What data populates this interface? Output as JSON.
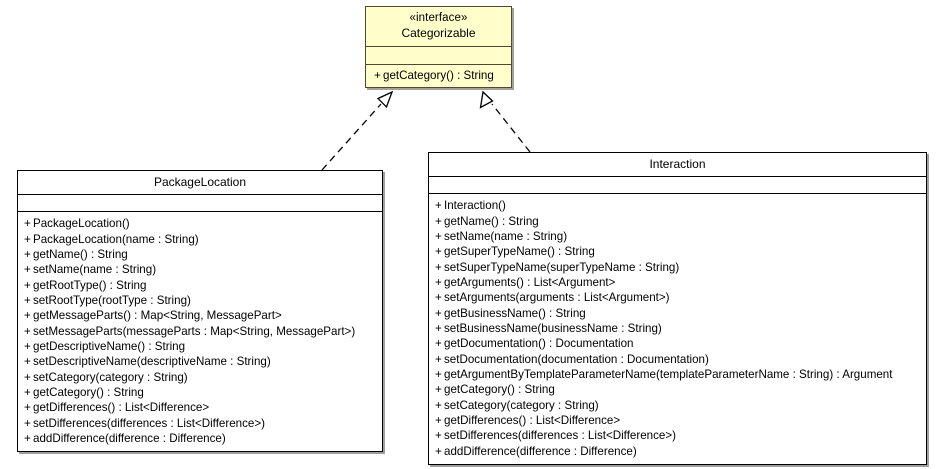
{
  "diagram": {
    "type": "uml-class-diagram",
    "background_color": "#ffffff",
    "line_color": "#000000",
    "interface_fill_color": "#ffffcc",
    "interface_border_color": "#4d4a33",
    "class_fill_color": "#ffffff"
  },
  "interface": {
    "stereotype": "«interface»",
    "name": "Categorizable",
    "attributes": [],
    "operations": [
      {
        "visibility": "+",
        "signature": "getCategory() : String"
      }
    ]
  },
  "classes": [
    {
      "name": "PackageLocation",
      "attributes": [],
      "operations": [
        {
          "visibility": "+",
          "signature": "PackageLocation()"
        },
        {
          "visibility": "+",
          "signature": "PackageLocation(name : String)"
        },
        {
          "visibility": "+",
          "signature": "getName() : String"
        },
        {
          "visibility": "+",
          "signature": "setName(name : String)"
        },
        {
          "visibility": "+",
          "signature": "getRootType() : String"
        },
        {
          "visibility": "+",
          "signature": "setRootType(rootType : String)"
        },
        {
          "visibility": "+",
          "signature": "getMessageParts() : Map<String, MessagePart>"
        },
        {
          "visibility": "+",
          "signature": "setMessageParts(messageParts : Map<String, MessagePart>)"
        },
        {
          "visibility": "+",
          "signature": "getDescriptiveName() : String"
        },
        {
          "visibility": "+",
          "signature": "setDescriptiveName(descriptiveName : String)"
        },
        {
          "visibility": "+",
          "signature": "setCategory(category : String)"
        },
        {
          "visibility": "+",
          "signature": "getCategory() : String"
        },
        {
          "visibility": "+",
          "signature": "getDifferences() : List<Difference>"
        },
        {
          "visibility": "+",
          "signature": "setDifferences(differences : List<Difference>)"
        },
        {
          "visibility": "+",
          "signature": "addDifference(difference : Difference)"
        }
      ]
    },
    {
      "name": "Interaction",
      "attributes": [],
      "operations": [
        {
          "visibility": "+",
          "signature": "Interaction()"
        },
        {
          "visibility": "+",
          "signature": "getName() : String"
        },
        {
          "visibility": "+",
          "signature": "setName(name : String)"
        },
        {
          "visibility": "+",
          "signature": "getSuperTypeName() : String"
        },
        {
          "visibility": "+",
          "signature": "setSuperTypeName(superTypeName : String)"
        },
        {
          "visibility": "+",
          "signature": "getArguments() : List<Argument>"
        },
        {
          "visibility": "+",
          "signature": "setArguments(arguments : List<Argument>)"
        },
        {
          "visibility": "+",
          "signature": "getBusinessName() : String"
        },
        {
          "visibility": "+",
          "signature": "setBusinessName(businessName : String)"
        },
        {
          "visibility": "+",
          "signature": "getDocumentation() : Documentation"
        },
        {
          "visibility": "+",
          "signature": "setDocumentation(documentation : Documentation)"
        },
        {
          "visibility": "+",
          "signature": "getArgumentByTemplateParameterName(templateParameterName : String) : Argument"
        },
        {
          "visibility": "+",
          "signature": "getCategory() : String"
        },
        {
          "visibility": "+",
          "signature": "setCategory(category : String)"
        },
        {
          "visibility": "+",
          "signature": "getDifferences() : List<Difference>"
        },
        {
          "visibility": "+",
          "signature": "setDifferences(differences : List<Difference>)"
        },
        {
          "visibility": "+",
          "signature": "addDifference(difference : Difference)"
        }
      ]
    }
  ],
  "relationships": [
    {
      "kind": "realization",
      "source": "PackageLocation",
      "target": "Categorizable",
      "line_style": "dashed",
      "arrow_head": "hollow-triangle"
    },
    {
      "kind": "realization",
      "source": "Interaction",
      "target": "Categorizable",
      "line_style": "dashed",
      "arrow_head": "hollow-triangle"
    }
  ]
}
